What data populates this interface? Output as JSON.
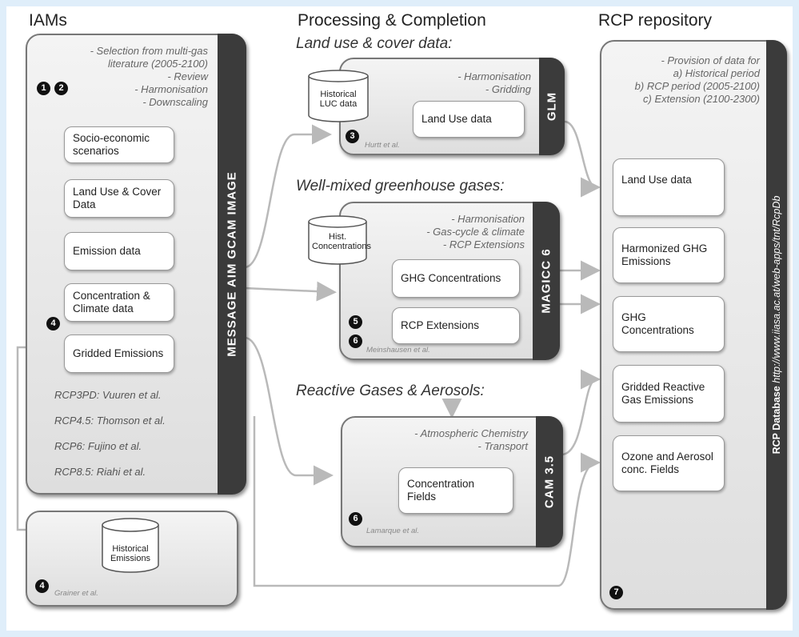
{
  "headers": {
    "iams": "IAMs",
    "processing": "Processing & Completion",
    "repository": "RCP repository"
  },
  "subheaders": {
    "land_use": "Land use & cover data:",
    "wmghg": "Well-mixed greenhouse gases:",
    "reactive": "Reactive Gases & Aerosols:"
  },
  "iams_panel": {
    "notes": "- Selection from multi-gas\nliterature (2005-2100)\n- Review\n- Harmonisation\n- Downscaling",
    "badges": [
      "1",
      "2"
    ],
    "boxes": [
      "Socio-economic scenarios",
      "Land Use & Cover Data",
      "Emission data",
      "Concentration & Climate data",
      "Gridded Emissions"
    ],
    "gridded_badge": "4",
    "models_bar": "MESSAGE   AIM   GCAM   IMAGE",
    "rcps": [
      "RCP3PD: Vuuren et al.",
      "RCP4.5: Thomson et al.",
      "RCP6: Fujino et al.",
      "RCP8.5: Riahi et al."
    ]
  },
  "hist_emissions_panel": {
    "cylinder": "Historical Emissions",
    "badge": "4",
    "cite": "Grainer et al."
  },
  "glm_panel": {
    "notes": "- Harmonisation\n- Gridding",
    "cylinder": "Historical LUC data",
    "box": "Land Use data",
    "bar": "GLM",
    "badge": "3",
    "cite": "Hurtt et al."
  },
  "magicc_panel": {
    "notes": "- Harmonisation\n- Gas-cycle & climate\n- RCP Extensions",
    "cylinder": "Hist. Concentrations",
    "boxes": [
      "GHG Concentrations",
      "RCP Extensions"
    ],
    "bar": "MAGICC 6",
    "badges": [
      "5",
      "6"
    ],
    "cite": "Meinshausen et al."
  },
  "cam_panel": {
    "notes": "- Atmospheric Chemistry\n- Transport",
    "box": "Concentration Fields",
    "bar": "CAM 3.5",
    "badge": "6",
    "cite": "Lamarque et al."
  },
  "repo_panel": {
    "notes": "- Provision of data for\na) Historical period\nb) RCP period (2005-2100)\nc) Extension (2100-2300)",
    "boxes": [
      "Land Use data",
      "Harmonized GHG Emissions",
      "GHG Concentrations",
      "Gridded Reactive Gas Emissions",
      "Ozone and Aerosol conc. Fields"
    ],
    "bar_bold": "RCP Database",
    "bar_url": "http://www.iiasa.ac.at/web-apps/tnt/RcpDb",
    "badge": "7"
  },
  "colors": {
    "background": "#dfeefa",
    "panel_bar": "#3b3b3b",
    "arrow": "#b9b9b9"
  }
}
